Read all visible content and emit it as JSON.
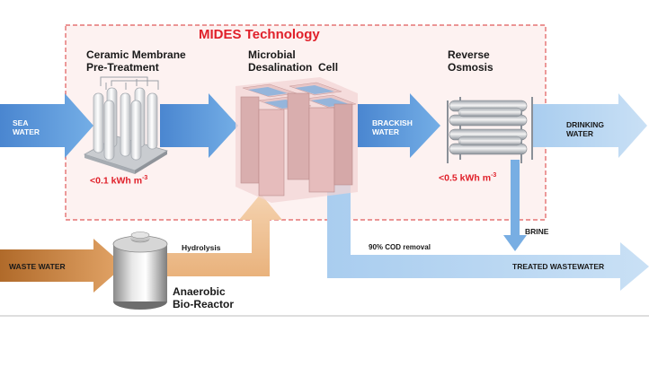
{
  "title": "MIDES Technology",
  "stages": {
    "ceramic": {
      "line1": "Ceramic Membrane",
      "line2": "Pre-Treatment",
      "energy": "<0.1 kWh m",
      "energy_exp": "-3"
    },
    "mdc": {
      "line1": "Microbial",
      "line2": "Desalination  Cell"
    },
    "ro": {
      "line1": "Reverse",
      "line2": "Osmosis",
      "energy": "<0.5 kWh m",
      "energy_exp": "-3"
    },
    "bioreactor": {
      "line1": "Anaerobic",
      "line2": "Bio-Reactor"
    }
  },
  "flows": {
    "sea": {
      "line1": "SEA",
      "line2": "WATER"
    },
    "brackish": {
      "line1": "BRACKISH",
      "line2": "WATER"
    },
    "drinking": {
      "line1": "DRINKING",
      "line2": "WATER"
    },
    "waste": "WASTE WATER",
    "hydrolysis": "Hydrolysis",
    "brine": "BRINE",
    "cod": "90% COD removal",
    "treated": "TREATED WASTEWATER"
  },
  "colors": {
    "accent_red": "#e0202a",
    "water_blue": "#5b9bd5",
    "light_blue": "#b4d3ef",
    "waste_brown": "#b06a2a",
    "light_orange": "#f1c497",
    "cell_pink": "#e8c4c4",
    "box_fill": "#fdf0ef"
  },
  "icons": [
    "ceramic-membrane-icon",
    "desalination-cell-icon",
    "reverse-osmosis-icon",
    "bioreactor-tank-icon"
  ]
}
